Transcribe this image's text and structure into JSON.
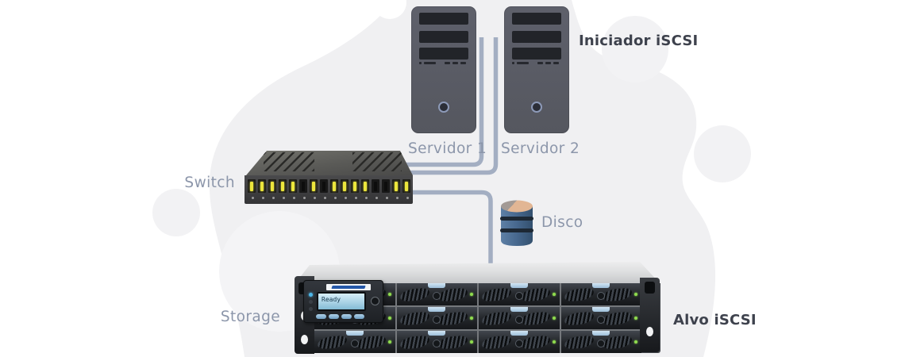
{
  "diagram": {
    "labels": {
      "initiator": "Iniciador iSCSI",
      "target": "Alvo iSCSI",
      "server1": "Servidor 1",
      "server2": "Servidor 2",
      "switch": "Switch",
      "disk": "Disco",
      "storage": "Storage"
    },
    "storage_lcd_text": "Ready",
    "connections": [
      {
        "from": "server1",
        "to": "switch"
      },
      {
        "from": "server2",
        "to": "switch"
      },
      {
        "from": "switch",
        "to": "storage"
      }
    ],
    "switch_ports_lit": [
      true,
      true,
      true,
      true,
      true,
      false,
      true,
      false,
      true,
      true,
      true,
      true,
      false,
      false,
      true,
      true
    ],
    "storage_drive_rows": 3,
    "storage_drive_cols": 4,
    "colors": {
      "connector_line": "#a3aec2",
      "label_muted": "#8c96aa",
      "label_strong": "#3e424d",
      "port_led_yellow": "#ece63c",
      "drive_led_green": "#8fdc4e",
      "disk_body_blue": "#47688e",
      "disk_top_tan": "#e2b694",
      "background_blob": "#f0f0f2"
    }
  }
}
